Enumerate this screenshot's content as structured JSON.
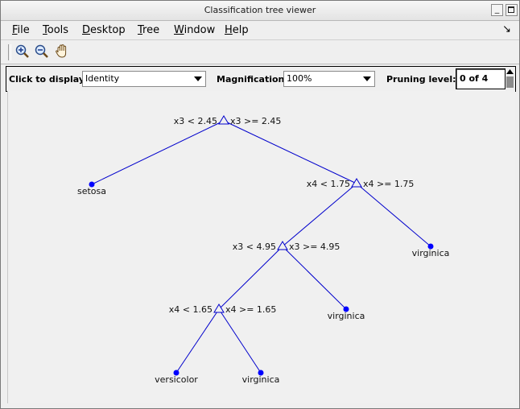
{
  "window": {
    "title": "Classification tree viewer"
  },
  "menu": [
    {
      "key": "F",
      "rest": "ile",
      "name": "menu-file"
    },
    {
      "key": "T",
      "rest": "ools",
      "name": "menu-tools"
    },
    {
      "key": "D",
      "rest": "esktop",
      "name": "menu-desktop"
    },
    {
      "key": "T",
      "rest": "ree",
      "name": "menu-tree"
    },
    {
      "key": "W",
      "rest": "indow",
      "name": "menu-window"
    },
    {
      "key": "H",
      "rest": "elp",
      "name": "menu-help"
    }
  ],
  "toolbar": {
    "icons": [
      "zoom-in-icon",
      "zoom-out-icon",
      "pan-hand-icon"
    ]
  },
  "controls": {
    "display_label": "Click to display:",
    "display_value": "Identity",
    "magnification_label": "Magnification:",
    "magnification_value": "100%",
    "pruning_label": "Pruning level:",
    "pruning_value": "0 of 4"
  },
  "tree": {
    "edge_color": "#0000cc",
    "leaf_color": "#0000ff",
    "nodes": [
      {
        "id": "root",
        "type": "split",
        "left_text": "x3 < 2.45",
        "right_text": "x3 >= 2.45"
      },
      {
        "id": "n2",
        "type": "leaf",
        "label": "setosa"
      },
      {
        "id": "n3",
        "type": "split",
        "left_text": "x4 < 1.75",
        "right_text": "x4 >= 1.75"
      },
      {
        "id": "n4",
        "type": "split",
        "left_text": "x3 < 4.95",
        "right_text": "x3 >= 4.95"
      },
      {
        "id": "n5",
        "type": "leaf",
        "label": "virginica"
      },
      {
        "id": "n6",
        "type": "split",
        "left_text": "x4 < 1.65",
        "right_text": "x4 >= 1.65"
      },
      {
        "id": "n7",
        "type": "leaf",
        "label": "virginica"
      },
      {
        "id": "n8",
        "type": "leaf",
        "label": "versicolor"
      },
      {
        "id": "n9",
        "type": "leaf",
        "label": "virginica"
      }
    ],
    "edges": [
      [
        "root",
        "n2"
      ],
      [
        "root",
        "n3"
      ],
      [
        "n3",
        "n4"
      ],
      [
        "n3",
        "n5"
      ],
      [
        "n4",
        "n6"
      ],
      [
        "n4",
        "n7"
      ],
      [
        "n6",
        "n8"
      ],
      [
        "n6",
        "n9"
      ]
    ]
  }
}
